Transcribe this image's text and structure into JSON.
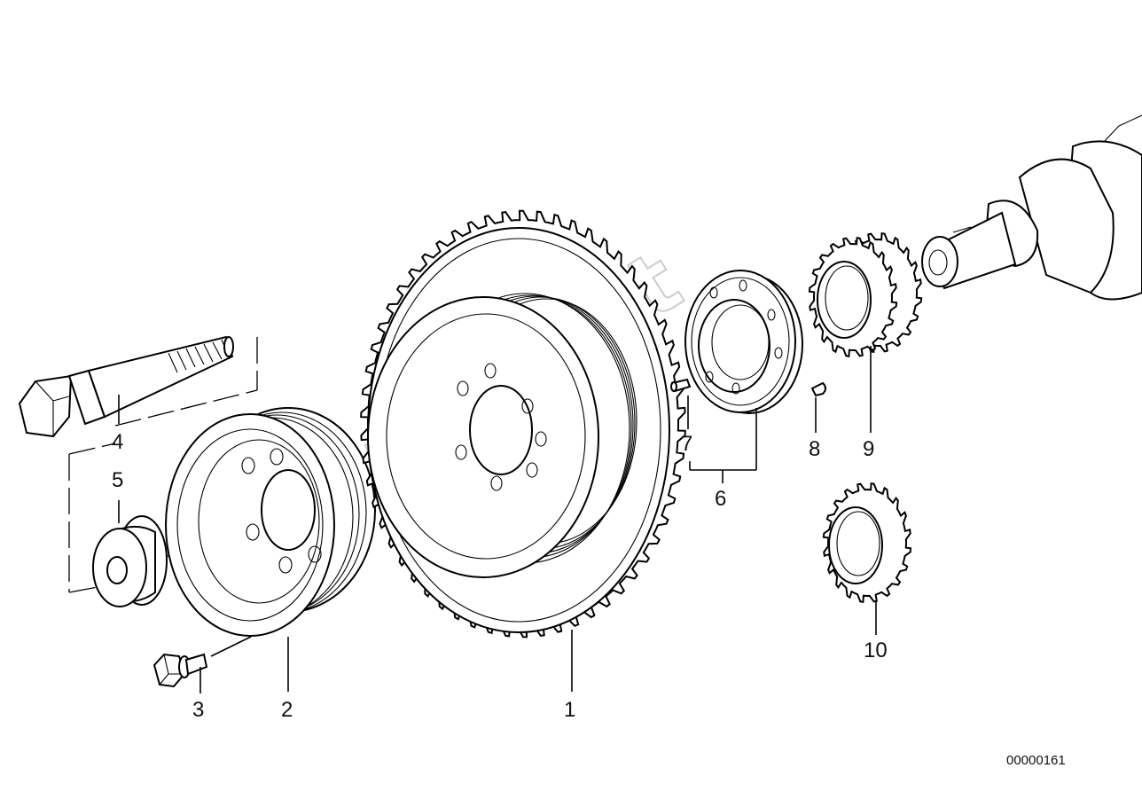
{
  "diagram": {
    "watermark": "AutoSoft",
    "reference_number": "00000161",
    "parts": [
      {
        "id": "1",
        "label": "1"
      },
      {
        "id": "2",
        "label": "2"
      },
      {
        "id": "3",
        "label": "3"
      },
      {
        "id": "4",
        "label": "4"
      },
      {
        "id": "5",
        "label": "5"
      },
      {
        "id": "6",
        "label": "6"
      },
      {
        "id": "7",
        "label": "7"
      },
      {
        "id": "8",
        "label": "8"
      },
      {
        "id": "9",
        "label": "9"
      },
      {
        "id": "10",
        "label": "10"
      }
    ]
  }
}
